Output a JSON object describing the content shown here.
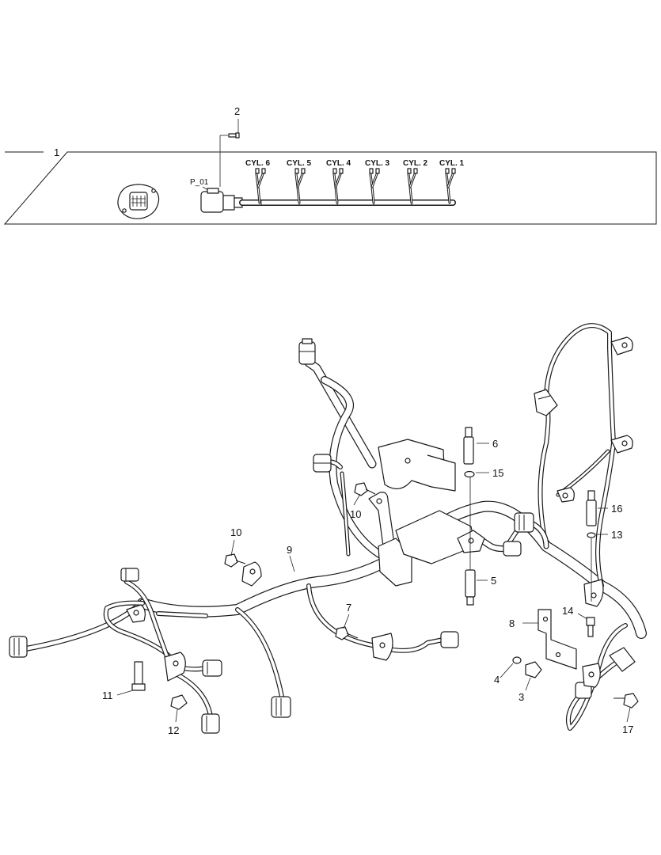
{
  "title_block": {
    "item_label": "1",
    "screw_label": "2",
    "connector_label": "P_01",
    "cylinders": [
      "CYL. 6",
      "CYL. 5",
      "CYL. 4",
      "CYL. 3",
      "CYL. 2",
      "CYL. 1"
    ]
  },
  "callouts": {
    "c3": "3",
    "c4": "4",
    "c5": "5",
    "c6": "6",
    "c7": "7",
    "c8": "8",
    "c9": "9",
    "c10a": "10",
    "c10b": "10",
    "c11": "11",
    "c12": "12",
    "c13": "13",
    "c14": "14",
    "c15": "15",
    "c16": "16",
    "c17": "17"
  }
}
